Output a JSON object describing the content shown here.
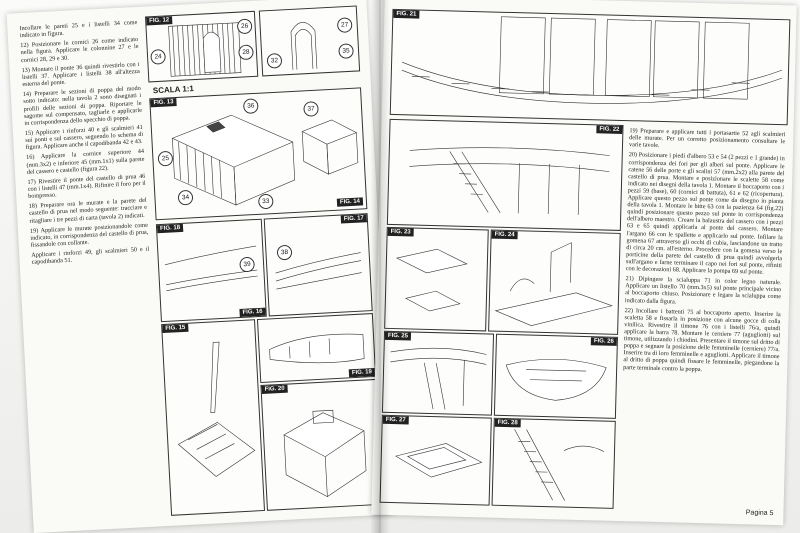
{
  "left_page": {
    "paragraphs": [
      "Incollare le pareti 25 e i listelli 34 come indicato in figura.",
      "12) Posizionare le cornici 26 come indicato nella figura. Applicare le colonnine 27 e le cornici 28, 29 e 30.",
      "13) Montare il ponte 36 quindi rivestirlo con i listelli 37. Applicare i listelli 38 all'altezza esterna del ponte.",
      "14) Preparare le sezioni di poppa del modo sotto indicato: nella tavola 2 sono disegnati i profili delle sezioni di poppa. Riportare le sagome sul compensato, tagliarle e applicarle in corrispondenza dello specchio di poppa.",
      "15) Applicare i rinforzi 40 e gli scalmieri 41 sui ponti e sul cassero, seguendo lo schema di figura. Applicare anche il capodibanda 42 e 43.",
      "16) Applicare la cornice superiore 44 (mm.3x2) e inferiore 45 (mm.1x1) sulla parete del cassero e castello (figura 22).",
      "17) Rivestire il ponte del castello di prua 46 con i listelli 47 (mm.1x4). Rifinire il foro per il bompresso.",
      "18) Preparare ora le murate e la parete del castello di prua nel modo seguente: tracciare e ritagliare i tre pezzi di carta (tavola 2) indicati.",
      "19) Applicare le murate posizionandole come indicato, in corrispondenza del castello di prua, fissandole con collante.",
      "Applicare i rinforzi 49, gli scalmieri 50 e il capodibanda 51."
    ],
    "figures": {
      "fig12": "FIG. 12",
      "fig13": "FIG. 13",
      "fig14": "FIG. 14",
      "fig15": "FIG. 15",
      "fig16": "FIG. 16",
      "fig17": "FIG. 17",
      "fig18": "FIG. 18",
      "fig19": "FIG. 19",
      "fig20": "FIG. 20"
    },
    "scale_label": "SCALA 1:1",
    "callouts": [
      "26",
      "28",
      "24",
      "34",
      "27",
      "35",
      "32",
      "36",
      "25",
      "37",
      "33",
      "39",
      "38"
    ]
  },
  "right_page": {
    "paragraphs": [
      "19) Preparare e applicare tutti i portasartie 52 agli scalmieri delle murate. Per un corretto posizionamento consultare le varie tavole.",
      "20) Posizionare i piedi d'albero 53 e 54 (2 pezzi e 1 grande) in corrispondenza dei fori per gli alberi sul ponte. Applicare le catene 56 delle porte e gli scalini 57 (mm.2x2) alla parete del castello di prua. Montare e posizionare le scalette 58 come indicato nei disegni della tavola 1. Montare il boccaporto con i pezzi 59 (base), 60 (cornici di battuta), 61 e 62 (ricopertura). Applicare questo pezzo sul ponte come da disegno in pianta della tavola 1. Montare le bitte 63 con la pazienza 64 (fig.22) quindi posizionare questo pezzo sul ponte in corrispondenza dell'albero maestro. Creare la balaustra del cassero con i pezzi 63 e 65 quindi applicarla al ponte del cassero. Montare l'argano 66 con le spallette e applicarlo sul ponte. Infilare la gomena 67 attraverso gli occhi di cubia, lasciandone un tratto di circa 20 cm. all'esterno. Procedere con la gomena verso le porticine della parete del castello di prua quindi avvolgerla sull'argano e farne terminare il capo nei fori sul ponte, rifiniti con le decorazioni 68. Applicare la pompa 69 sul ponte.",
      "21) Dipingere la scialuppa 71 in color legno naturale. Applicare un listello 70 (mm.3x5) sul ponte principale vicino al boccaporto chiuso. Posizionare e legare la scialuppa come indicato dalla figura.",
      "22) Incollare i battenti 75 al boccaporto aperto. Inserire la scaletta 58 e fissarla in posizione con alcune gocce di colla vinilica. Rivestire il timone 76 con i listelli 76/a, quindi applicare la barra 78. Montare le cerniere 77 (agugliotti) sul timone, utilizzando i chiodini. Presentare il timone sul dritto di poppa e segnare la posizione delle femminelle (cerniere) 77/a. Inserire tra di loro femminelle e agugliotti. Applicare il timone al dritto di poppa quindi fissare le femminelle, piegandone la parte terminale contro la poppa."
    ],
    "figures": {
      "fig21": "FIG. 21",
      "fig22": "FIG. 22",
      "fig23": "FIG. 23",
      "fig24": "FIG. 24",
      "fig25": "FIG. 25",
      "fig26": "FIG. 26",
      "fig27": "FIG. 27",
      "fig28": "FIG. 28"
    },
    "page_number": "Pagina 5"
  }
}
